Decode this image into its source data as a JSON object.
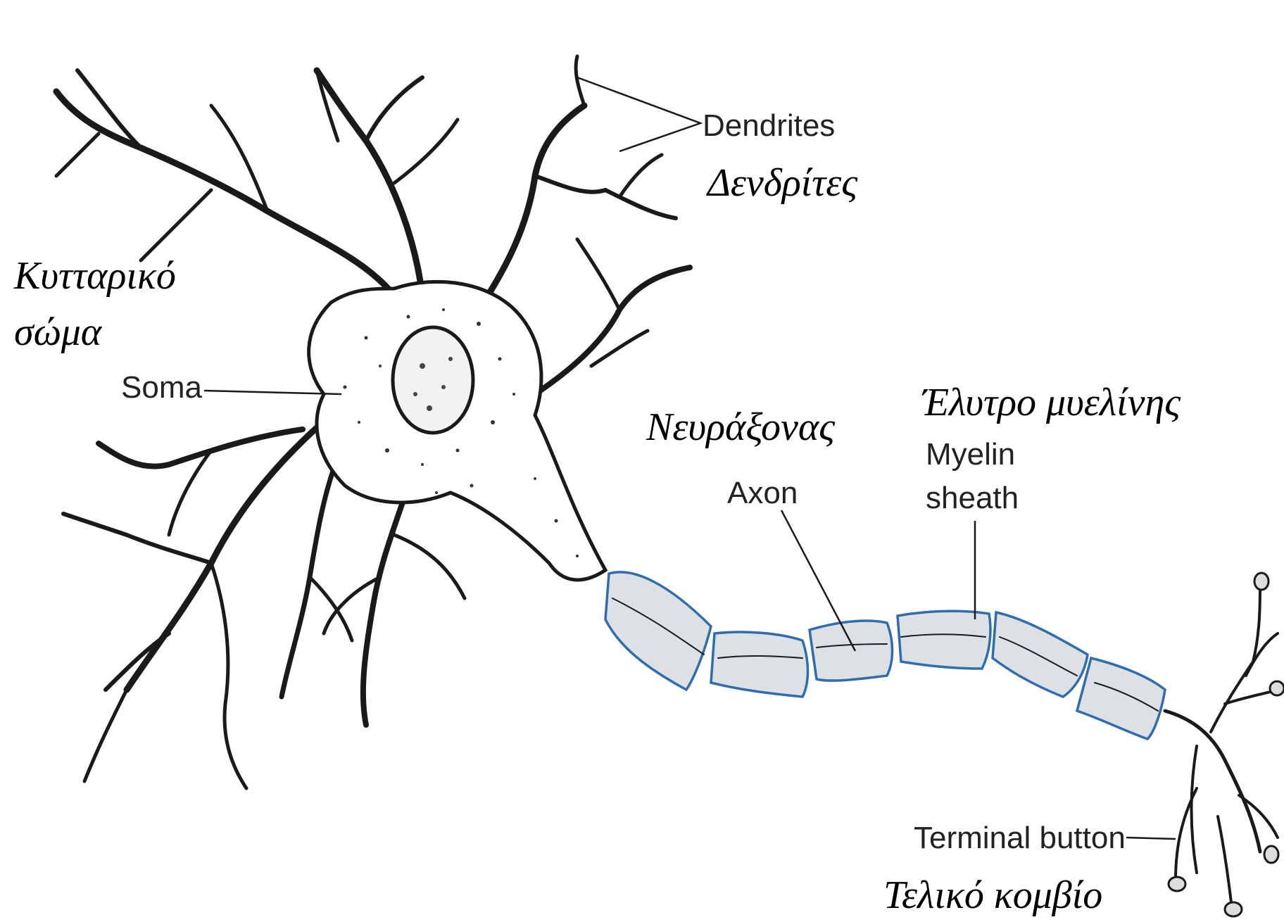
{
  "labels_en": {
    "dendrites": "Dendrites",
    "soma": "Soma",
    "axon": "Axon",
    "myelin_line1": "Myelin",
    "myelin_line2": "sheath",
    "terminal": "Terminal button"
  },
  "labels_gr": {
    "dendrites": "Δενδρίτες",
    "soma_line1": "Κυτταρικό",
    "soma_line2": "σώμα",
    "axon": "Νευράξονας",
    "myelin": "Έλυτρο μυελίνης",
    "terminal": "Τελικό κομβίο"
  },
  "colors": {
    "ink": "#1a1a1a",
    "myelin_outline": "#2f6db0",
    "myelin_fill": "#dde1e4"
  }
}
